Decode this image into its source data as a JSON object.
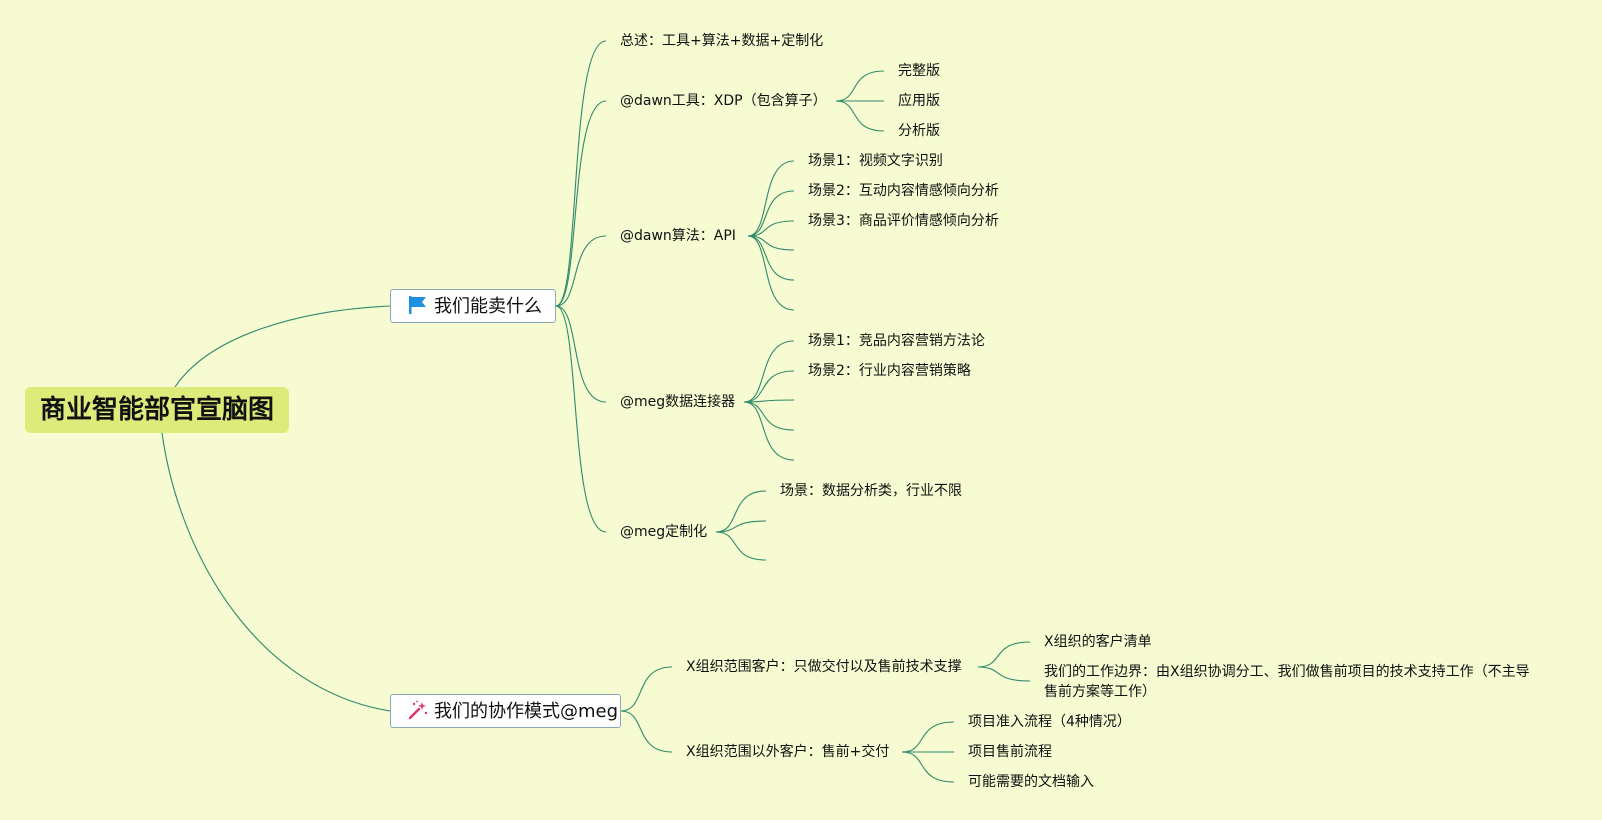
{
  "root": {
    "title": "商业智能部官宣脑图"
  },
  "branches": [
    {
      "label": "我们能卖什么",
      "icon": "flag-icon",
      "children": [
        {
          "label": "总述：工具+算法+数据+定制化",
          "children": []
        },
        {
          "label": "@dawn工具：XDP（包含算子）",
          "children": [
            "完整版",
            "应用版",
            "分析版"
          ]
        },
        {
          "label": "@dawn算法：API",
          "children": [
            "场景1：视频文字识别",
            "场景2：互动内容情感倾向分析",
            "场景3：商品评价情感倾向分析",
            "",
            "",
            ""
          ]
        },
        {
          "label": "@meg数据连接器",
          "children": [
            "场景1：竞品内容营销方法论",
            "场景2：行业内容营销策略",
            "",
            "",
            ""
          ]
        },
        {
          "label": "@meg定制化",
          "children": [
            "场景：数据分析类，行业不限",
            "",
            ""
          ]
        }
      ]
    },
    {
      "label": "我们的协作模式@meg",
      "icon": "magic-wand-icon",
      "children": [
        {
          "label": "X组织范围客户：只做交付以及售前技术支撑",
          "children": [
            "X组织的客户清单",
            "我们的工作边界：由X组织协调分工、我们做售前项目的技术支持工作（不主导售前方案等工作）"
          ]
        },
        {
          "label": "X组织范围以外客户：售前+交付",
          "children": [
            "项目准入流程（4种情况）",
            "项目售前流程",
            "可能需要的文档输入"
          ]
        }
      ]
    }
  ],
  "colors": {
    "background": "#f6fbd2",
    "root_fill": "#dceb7a",
    "connector": "#2f8a6a",
    "flag_icon": "#1e90e0",
    "wand_icon": "#e0336e"
  }
}
